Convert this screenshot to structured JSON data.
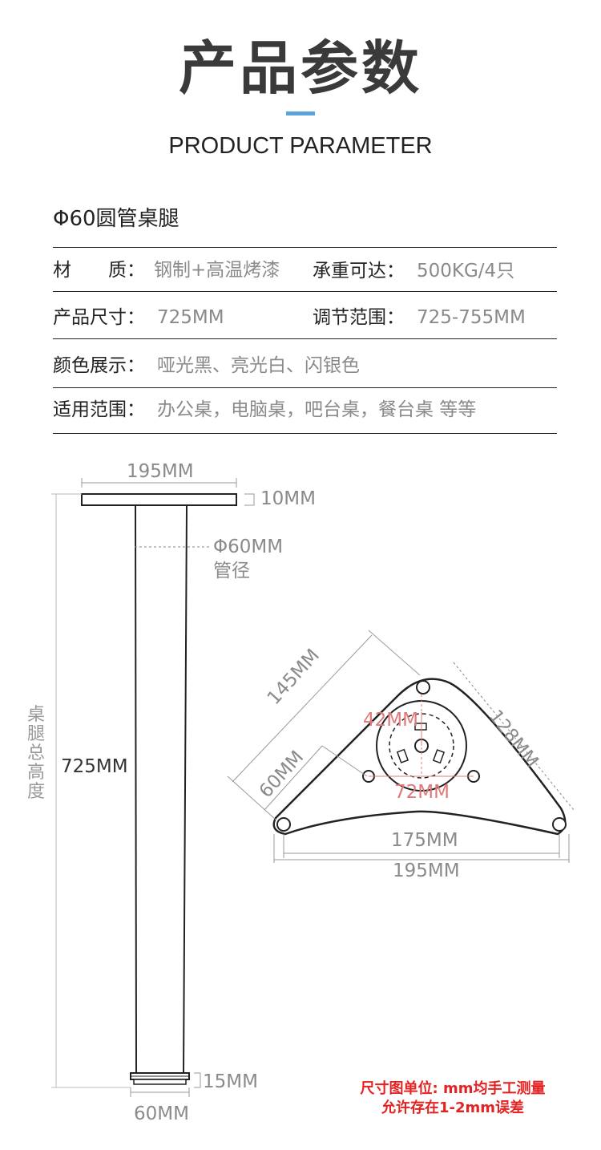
{
  "header": {
    "title": "产品参数",
    "subtitle": "PRODUCT PARAMETER",
    "accent_color": "#5aa3dd"
  },
  "product": {
    "title": "Φ60圆管桌腿"
  },
  "specs": {
    "material": {
      "label": "材　　质：",
      "value": "钢制+高温烤漆"
    },
    "load": {
      "label": "承重可达：",
      "value": "500KG/4只"
    },
    "size": {
      "label": "产品尺寸：",
      "value": "725MM"
    },
    "adjust": {
      "label": "调节范围：",
      "value": "725-755MM"
    },
    "color": {
      "label": "颜色展示：",
      "value": "哑光黑、亮光白、闪银色"
    },
    "usage": {
      "label": "适用范围：",
      "value": "办公桌，电脑桌，吧台桌，餐台桌 等等"
    }
  },
  "leg_diagram": {
    "top_width": "195MM",
    "plate_thickness": "10MM",
    "tube_diameter": "Φ60MM",
    "tube_diameter_label": "管径",
    "height": "725MM",
    "total_height_label": "桌腿总高度",
    "foot_height": "15MM",
    "foot_width": "60MM"
  },
  "plate_diagram": {
    "side_left": "145MM",
    "side_right": "128MM",
    "hole_offset": "60MM",
    "inner_circle": "42MM",
    "hole_span": "72MM",
    "hole_distance": "175MM",
    "overall_width": "195MM"
  },
  "note": {
    "line1": "尺寸图单位: mm均手工测量",
    "line2": "允许存在1-2mm误差",
    "color": "#e52222"
  }
}
